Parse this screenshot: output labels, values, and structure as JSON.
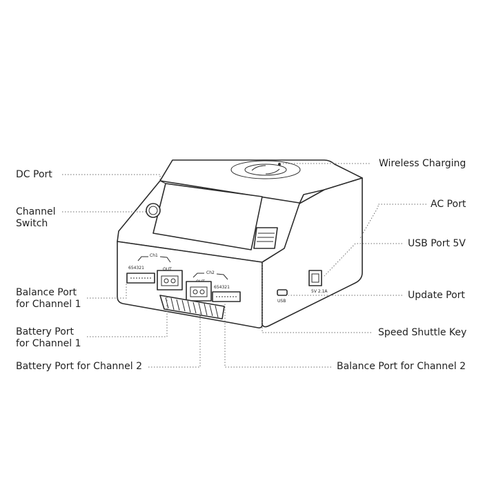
{
  "labels": {
    "dc_port": "DC Port",
    "channel_switch_1": "Channel",
    "channel_switch_2": "Switch",
    "balance_ch1_1": "Balance Port",
    "balance_ch1_2": "for Channel 1",
    "battery_ch1_1": "Battery Port",
    "battery_ch1_2": "for Channel 1",
    "battery_ch2": "Battery Port for Channel 2",
    "wireless_charging": "Wireless Charging",
    "ac_port": "AC Port",
    "usb_port": "USB Port 5V",
    "update_port": "Update Port",
    "speed_shuttle_key": "Speed Shuttle Key",
    "balance_ch2": "Balance Port for Channel 2"
  },
  "device_markings": {
    "ch1": "Ch1",
    "ch2": "Ch2",
    "pins": "654321",
    "out": "OUT",
    "usb": "USB",
    "power": "5V 2.1A"
  },
  "colors": {
    "line": "#2b2b2b",
    "callout": "#6a6a6a",
    "text": "#222222"
  }
}
